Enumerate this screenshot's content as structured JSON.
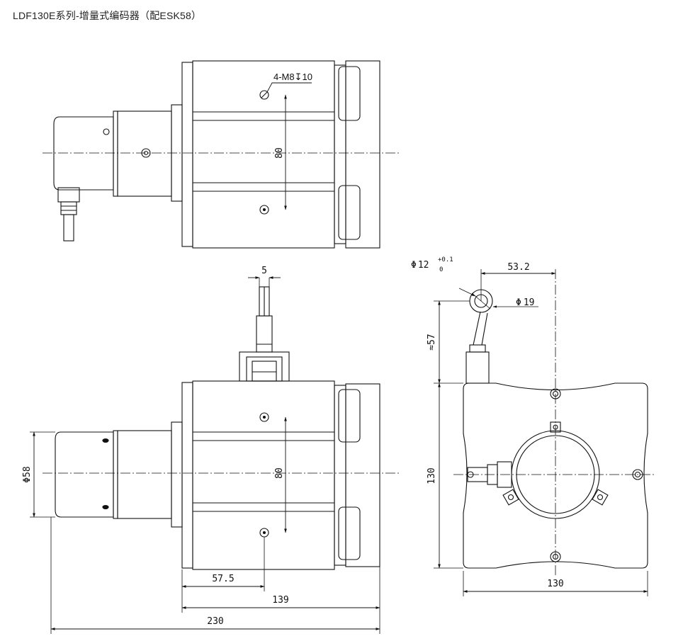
{
  "title": "LDF130E系列-增量式编码器（配ESK58）",
  "colors": {
    "line": "#111111",
    "dim": "#222222",
    "background": "#ffffff"
  },
  "top_view": {
    "thread_note": "4-M8",
    "depth_symbol": "↧",
    "thread_depth": "10",
    "hole_spacing": "80"
  },
  "front_view": {
    "cable_width": "5",
    "hole_spacing": "80",
    "encoder_diameter_symbol": "Φ",
    "encoder_diameter": "58",
    "dim_a": "57.5",
    "dim_b": "139",
    "dim_total": "230"
  },
  "side_view": {
    "eye_inner_symbol": "Φ",
    "eye_inner": "12",
    "tol_upper": "+0.1",
    "tol_lower": "0",
    "eye_offset": "53.2",
    "eye_outer_symbol": "Φ",
    "eye_outer": "19",
    "cable_length": "≈57",
    "height": "130",
    "width": "130"
  }
}
